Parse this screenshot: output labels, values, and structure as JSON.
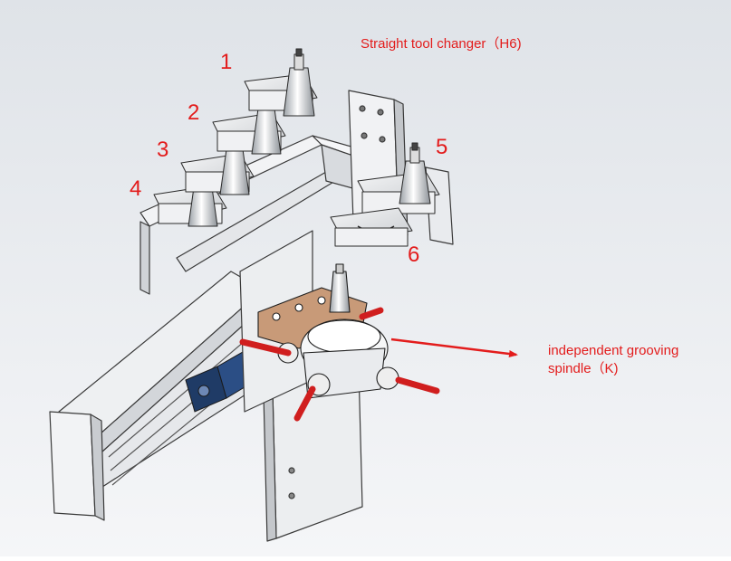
{
  "title": "Straight tool changer（H6)",
  "callouts": {
    "pos1": "1",
    "pos2": "2",
    "pos3": "3",
    "pos4": "4",
    "pos5": "5",
    "pos6": "6"
  },
  "spindle_note": {
    "line1": "independent grooving",
    "line2": "spindle（K)"
  },
  "colors": {
    "label": "#e31c1c",
    "arrow": "#e31c1c",
    "background_top": "#dfe3e8",
    "background_bottom": "#f3f4f6",
    "frame": "#eceef0",
    "holder_plate": "#c89a78",
    "motor": "#1f3b66",
    "handle": "#d01e1e"
  }
}
